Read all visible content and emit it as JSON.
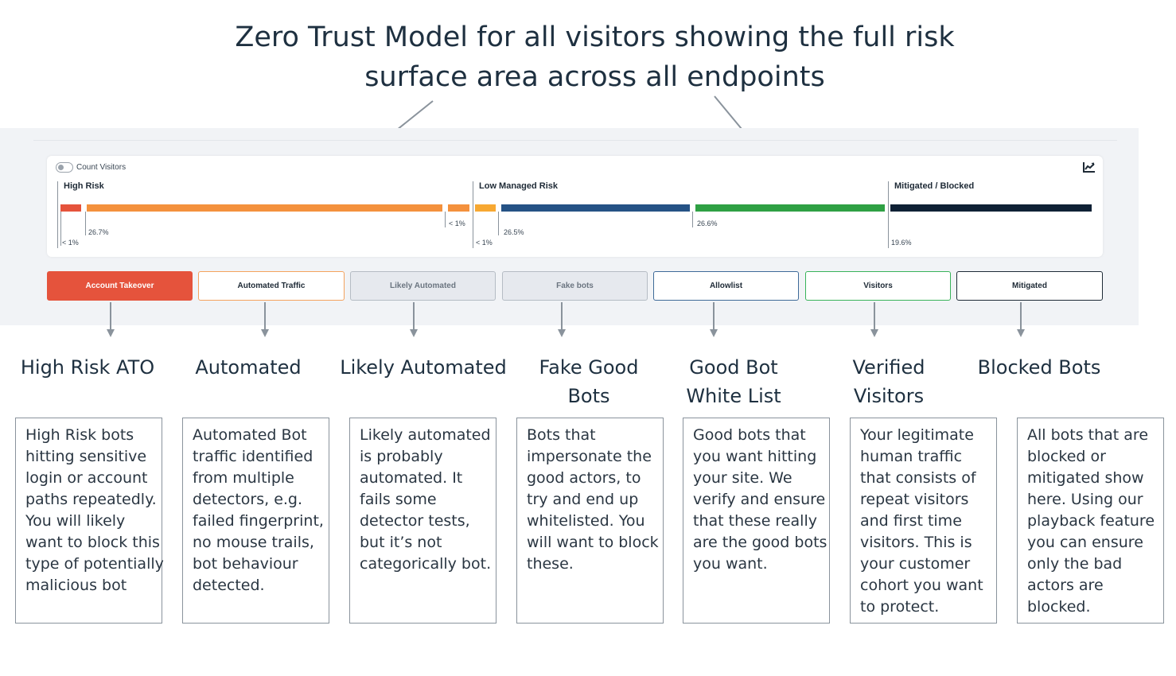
{
  "heading": {
    "line1": "Zero Trust Model for all visitors showing the full risk",
    "line2": "surface area across all endpoints"
  },
  "card": {
    "toggle_label": "Count Visitors",
    "chart_icon": "trend-chart-icon",
    "sections": [
      {
        "title": "High Risk"
      },
      {
        "title": "Low Managed Risk"
      },
      {
        "title": "Mitigated / Blocked"
      }
    ],
    "segments": [
      {
        "label": "< 1%",
        "value": "< 1%",
        "color": "#e5533c"
      },
      {
        "label": "26.7%",
        "value": 26.7,
        "color": "#f4913d"
      },
      {
        "label": "< 1%",
        "value": "< 1%",
        "color": "#f4913d"
      },
      {
        "label": "< 1%",
        "value": "< 1%",
        "color": "#f7a832"
      },
      {
        "label": "26.5%",
        "value": 26.5,
        "color": "#255285"
      },
      {
        "label": "26.6%",
        "value": 26.6,
        "color": "#2ea043"
      },
      {
        "label": "19.6%",
        "value": 19.6,
        "color": "#0f2135"
      }
    ]
  },
  "buttons": [
    {
      "label": "Account Takeover",
      "bg": "#e5533c",
      "border": "#e5533c",
      "color": "#ffffff"
    },
    {
      "label": "Automated Traffic",
      "bg": "#ffffff",
      "border": "#f4a35e",
      "color": "#1e2a36"
    },
    {
      "label": "Likely Automated",
      "bg": "#e6e9ee",
      "border": "#b5bcc4",
      "color": "#6b7580"
    },
    {
      "label": "Fake bots",
      "bg": "#e6e9ee",
      "border": "#b5bcc4",
      "color": "#6b7580"
    },
    {
      "label": "Allowlist",
      "bg": "#ffffff",
      "border": "#3e6a98",
      "color": "#1e2a36"
    },
    {
      "label": "Visitors",
      "bg": "#ffffff",
      "border": "#39b35a",
      "color": "#1e2a36"
    },
    {
      "label": "Mitigated",
      "bg": "#ffffff",
      "border": "#1e2a36",
      "color": "#1e2a36"
    }
  ],
  "columns": [
    {
      "title": [
        "High Risk ATO"
      ],
      "desc": [
        "High Risk bots",
        "hitting sensitive",
        "login or account",
        "paths repeatedly.",
        "You will likely",
        "want to block this",
        "type of potentially",
        "malicious bot"
      ]
    },
    {
      "title": [
        "Automated"
      ],
      "desc": [
        "Automated Bot",
        "traffic identified",
        "from multiple",
        "detectors, e.g.",
        "failed fingerprint,",
        "no mouse trails,",
        "bot behaviour",
        "detected."
      ]
    },
    {
      "title": [
        "Likely Automated"
      ],
      "desc": [
        "Likely automated",
        "is probably",
        "automated. It",
        "fails some",
        "detector tests,",
        "but it’s not",
        "categorically bot."
      ]
    },
    {
      "title": [
        "Fake Good",
        "Bots"
      ],
      "desc": [
        "Bots that",
        "impersonate the",
        "good actors, to",
        "try and end up",
        "whitelisted. You",
        "will want to block",
        "these."
      ]
    },
    {
      "title": [
        "Good Bot",
        "White List"
      ],
      "desc": [
        "Good bots that",
        "you want hitting",
        "your site. We",
        "verify and ensure",
        "that these really",
        "are the good bots",
        "you want."
      ]
    },
    {
      "title": [
        "Verified",
        "Visitors"
      ],
      "desc": [
        "Your legitimate",
        "human traffic",
        "that consists of",
        "repeat visitors",
        "and first time",
        "visitors. This is",
        "your customer",
        "cohort you want",
        "to protect."
      ]
    },
    {
      "title": [
        "Blocked Bots"
      ],
      "desc": [
        "All bots that are",
        "blocked or",
        "mitigated show",
        "here. Using our",
        "playback feature",
        "you can ensure",
        "only the bad",
        "actors are",
        "blocked."
      ]
    }
  ]
}
